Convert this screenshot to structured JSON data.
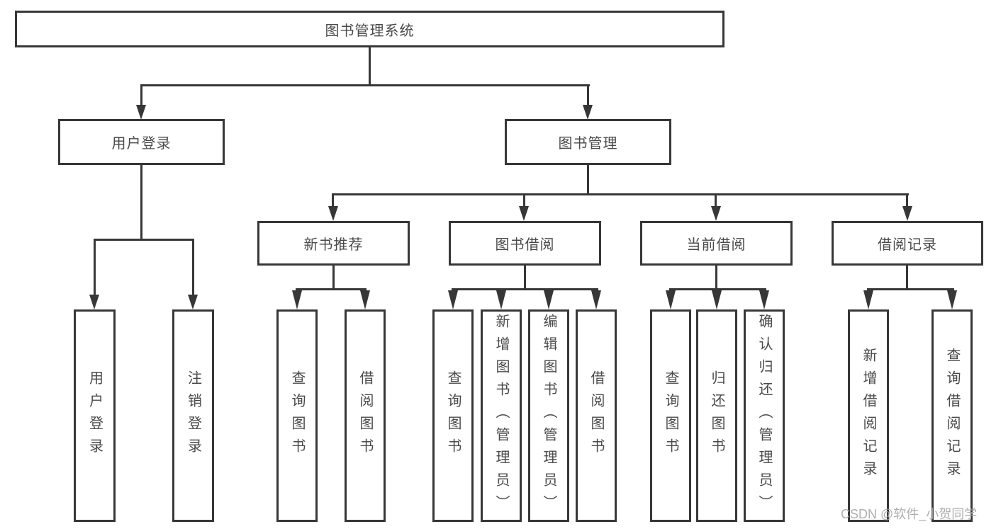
{
  "diagram": {
    "title_node": "图书管理系统",
    "root": {
      "label": "图书管理系统"
    },
    "branches": [
      {
        "label": "用户登录",
        "children": [
          "用户登录",
          "注销登录"
        ]
      },
      {
        "label": "图书管理",
        "children": [
          {
            "label": "新书推荐",
            "children": [
              "查询图书",
              "借阅图书"
            ]
          },
          {
            "label": "图书借阅",
            "children": [
              "查询图书",
              "新增图书（管理员）",
              "编辑图书（管理员）",
              "借阅图书"
            ]
          },
          {
            "label": "当前借阅",
            "children": [
              "查询图书",
              "归还图书",
              "确认归还（管理员）"
            ]
          },
          {
            "label": "借阅记录",
            "children": [
              "新增借阅记录",
              "查询借阅记录"
            ]
          }
        ]
      }
    ]
  },
  "watermark": {
    "text": "CSDN @软件_小贺同学"
  },
  "colors": {
    "line": "#373737",
    "box_border": "#373737",
    "text": "#4a4a4a",
    "background": "#ffffff",
    "watermark": "#a5a5a5"
  }
}
